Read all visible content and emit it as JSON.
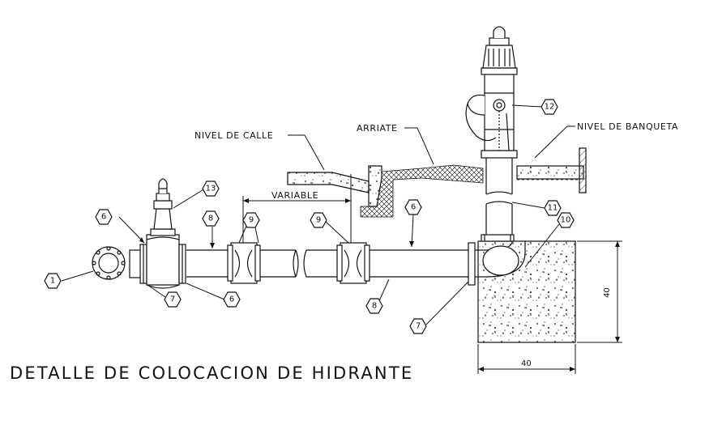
{
  "drawing": {
    "title": "DETALLE DE COLOCACION DE HIDRANTE",
    "labels": {
      "nivel_calle": "NIVEL DE CALLE",
      "arriate": "ARRIATE",
      "nivel_banqueta": "NIVEL DE BANQUETA",
      "variable": "VARIABLE"
    },
    "dimensions": {
      "base_width": "40",
      "base_height": "40"
    },
    "callouts": [
      "1",
      "6",
      "7",
      "6",
      "8",
      "9",
      "9",
      "6",
      "8",
      "7",
      "10",
      "11",
      "12",
      "13"
    ]
  },
  "colors": {
    "line": "#111111",
    "background": "#ffffff"
  }
}
